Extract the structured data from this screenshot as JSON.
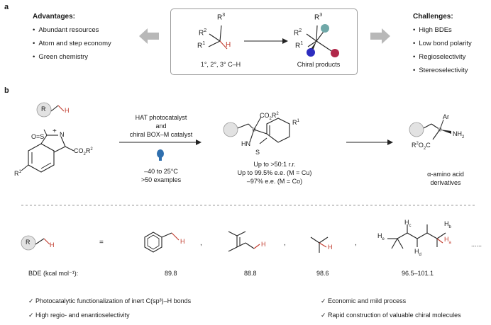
{
  "panel_a": {
    "letter": "a",
    "advantages": {
      "title": "Advantages:",
      "items": [
        "Abundant resources",
        "Atom and step economy",
        "Green chemistry"
      ]
    },
    "challenges": {
      "title": "Challenges:",
      "items": [
        "High BDEs",
        "Low bond polarity",
        "Regioselectivity",
        "Stereoselectivity"
      ]
    },
    "substrate_caption": "1°, 2°, 3° C–H",
    "product_caption": "Chiral products",
    "atoms": {
      "r1": "R",
      "r2": "R",
      "r3": "R",
      "h": "H",
      "sup1": "1",
      "sup2": "2",
      "sup3": "3"
    }
  },
  "panel_b": {
    "letter": "b",
    "conditions": {
      "line1": "HAT photocatalyst",
      "line2": "and",
      "line3": "chiral BOX–M catalyst",
      "line4": "–40 to 25°C",
      "line5": ">50 examples"
    },
    "plus": "+",
    "results": {
      "line1": "Up to >50:1 r.r.",
      "line2": "Up to 99.5% e.e. (M = Cu)",
      "line3": "–97% e.e. (M = Co)"
    },
    "final_caption_line1": "α-amino acid",
    "final_caption_line2": "derivatives",
    "equals": "=",
    "ellipsis": "......",
    "bde_label": "BDE (kcal mol⁻¹):",
    "bde_values": [
      "89.8",
      "88.8",
      "98.6",
      "96.5–101.1"
    ],
    "h_labels": {
      "hb": "H",
      "hc": "H",
      "hd": "H",
      "he": "H",
      "ha": "H",
      "sub_a": "a",
      "sub_b": "b",
      "sub_c": "c",
      "sub_d": "d",
      "sub_e": "e"
    },
    "benefits": [
      "✓ Photocatalytic functionalization of inert C(sp³)–H bonds",
      "✓ High regio- and enantioselectivity",
      "✓ Economic and mild process",
      "✓ Rapid construction of valuable chiral molecules"
    ]
  },
  "colors": {
    "h_red": "#c0392b",
    "arrow_gray": "#b8b8b8",
    "ball_blue": "#2d2dbf",
    "ball_red": "#b0284a",
    "ball_teal": "#6fa8a8",
    "bulb_blue": "#2f6fae"
  }
}
